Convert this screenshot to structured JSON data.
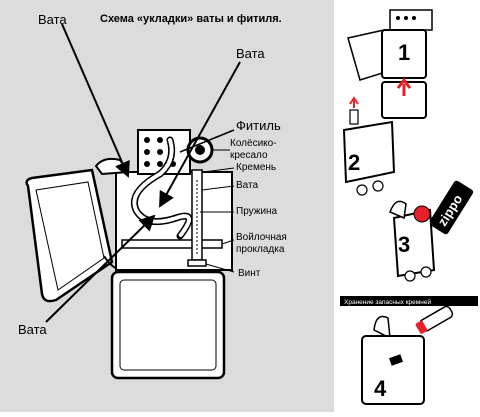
{
  "diagram": {
    "title": "Схема «укладки» ваты и фитиля.",
    "labels": {
      "cotton_top_left": "Вата",
      "cotton_top_right": "Вата",
      "wick": "Фитиль",
      "wheel_line1": "Колёсико-",
      "wheel_line2": "кресало",
      "flint": "Кремень",
      "cotton_right": "Вата",
      "spring": "Пружина",
      "felt_line1": "Войлочная",
      "felt_line2": "прокладка",
      "screw": "Винт",
      "cotton_bottom_left": "Вата"
    }
  },
  "steps": {
    "step1": "1",
    "step2": "2",
    "step3": "3",
    "step4": "4",
    "brand_text": "zippo",
    "banner_text": "Хранение запасных кремней"
  },
  "colors": {
    "panel_bg": "#dcdcdc",
    "arrow_red": "#e8202a",
    "ink": "#000000"
  }
}
